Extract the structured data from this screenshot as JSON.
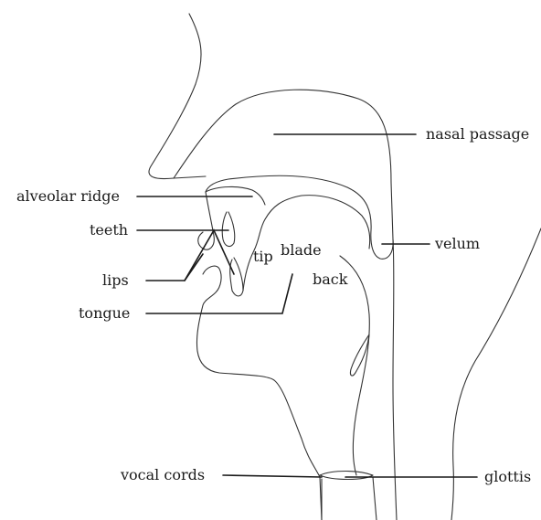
{
  "diagram": {
    "labels": {
      "nasal_passage": "nasal passage",
      "alveolar_ridge": "alveolar ridge",
      "teeth": "teeth",
      "velum": "velum",
      "tip": "tip",
      "blade": "blade",
      "back": "back",
      "lips": "lips",
      "tongue": "tongue",
      "vocal_cords": "vocal cords",
      "glottis": "glottis"
    }
  }
}
